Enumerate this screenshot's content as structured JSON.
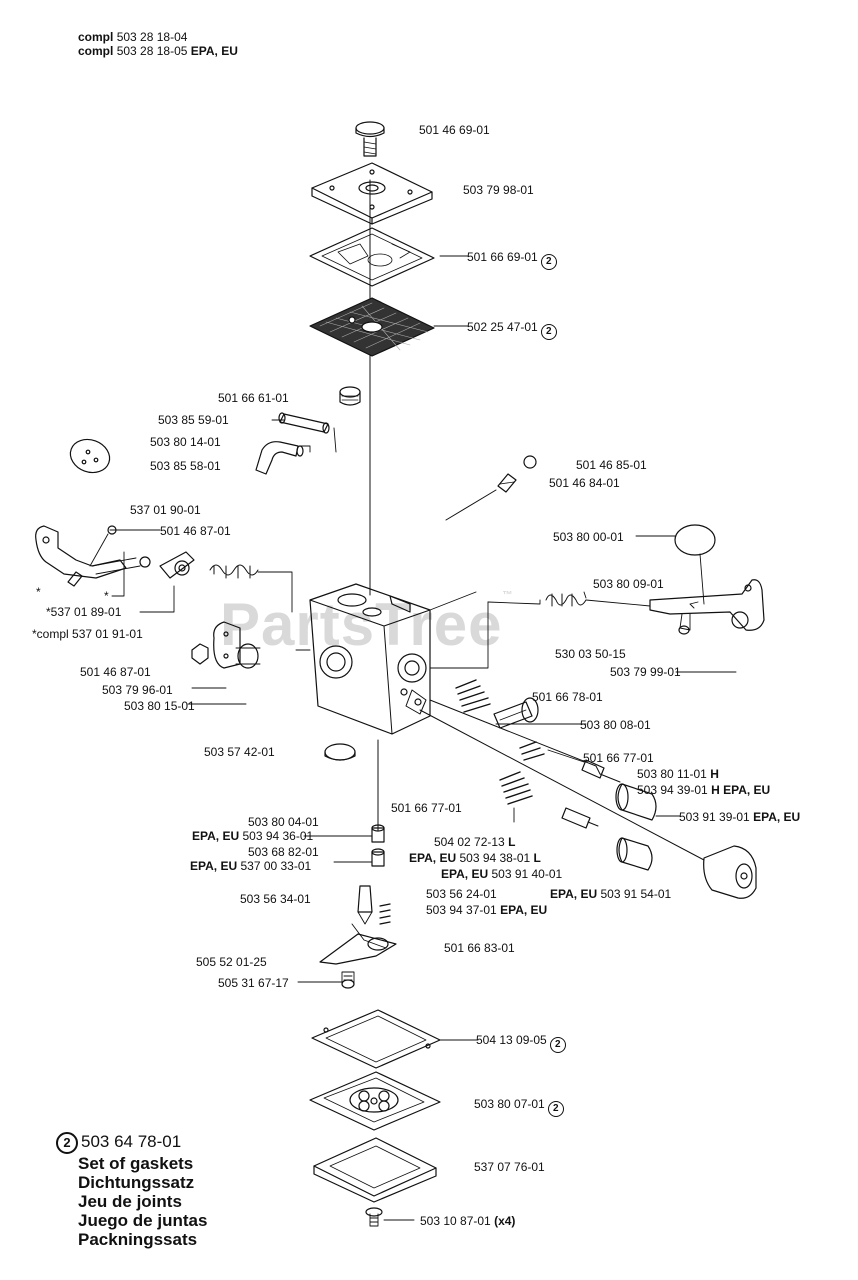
{
  "header": {
    "line1_prefix": "compl",
    "line1_num": "503 28 18-04",
    "line2_prefix": "compl",
    "line2_num": "503 28 18-05",
    "line2_suffix": "EPA, EU"
  },
  "watermark": {
    "text": "PartsTree",
    "tm": "™"
  },
  "circle_marker": "2",
  "labels": {
    "p1": "501 46 69-01",
    "p2": "503 79 98-01",
    "p3": "501 66 69-01",
    "p4": "502 25 47-01",
    "p5": "501 66 61-01",
    "p6": "503 85 59-01",
    "p7": "503 80 14-01",
    "p8": "503 85 58-01",
    "p9": "501 46 85-01",
    "p10": "501 46 84-01",
    "p11": "537 01 90-01",
    "p12": "501 46 87-01",
    "p13": "503 80 00-01",
    "p14": "503 80 09-01",
    "p15": "*537 01 89-01",
    "p16": "*compl 537 01 91-01",
    "p17": "530 03 50-15",
    "p18": "501 46 87-01",
    "p19": "503 79 99-01",
    "p20": "503 79 96-01",
    "p21": "503 80 15-01",
    "p22": "501 66 78-01",
    "p23": "503 80 08-01",
    "p24": "503 57 42-01",
    "p25": "501 66 77-01",
    "p26": "503 80 11-01",
    "p26s": "H",
    "p27": "503 94 39-01",
    "p27s": "H EPA, EU",
    "p28": "503 80 04-01",
    "p29pre": "EPA, EU",
    "p29": "503 94 36-01",
    "p30": "501 66 77-01",
    "p31": "503 91 39-01",
    "p31s": "EPA, EU",
    "p32": "503 68 82-01",
    "p33pre": "EPA, EU",
    "p33": "537 00 33-01",
    "p34": "504 02 72-13",
    "p34s": "L",
    "p35pre": "EPA, EU",
    "p35": "503 94 38-01",
    "p35s": "L",
    "p36pre": "EPA, EU",
    "p36": "503 91 40-01",
    "p37": "503 56 24-01",
    "p38pre": "EPA, EU",
    "p38": "503 91 54-01",
    "p39": "503 94 37-01",
    "p39s": "EPA, EU",
    "p40": "503 56 34-01",
    "p41": "501 66 83-01",
    "p42": "505 52 01-25",
    "p43": "505 31 67-17",
    "p44": "504 13 09-05",
    "p45": "503 80 07-01",
    "p46": "537 07 76-01",
    "p47": "503 10 87-01",
    "p47s": "(x4)",
    "star1": "*",
    "star2": "*"
  },
  "legend": {
    "marker": "2",
    "number": "503 64 78-01",
    "lines": [
      "Set of gaskets",
      "Dichtungssatz",
      "Jeu de joints",
      "Juego de juntas",
      "Packningssats"
    ]
  }
}
